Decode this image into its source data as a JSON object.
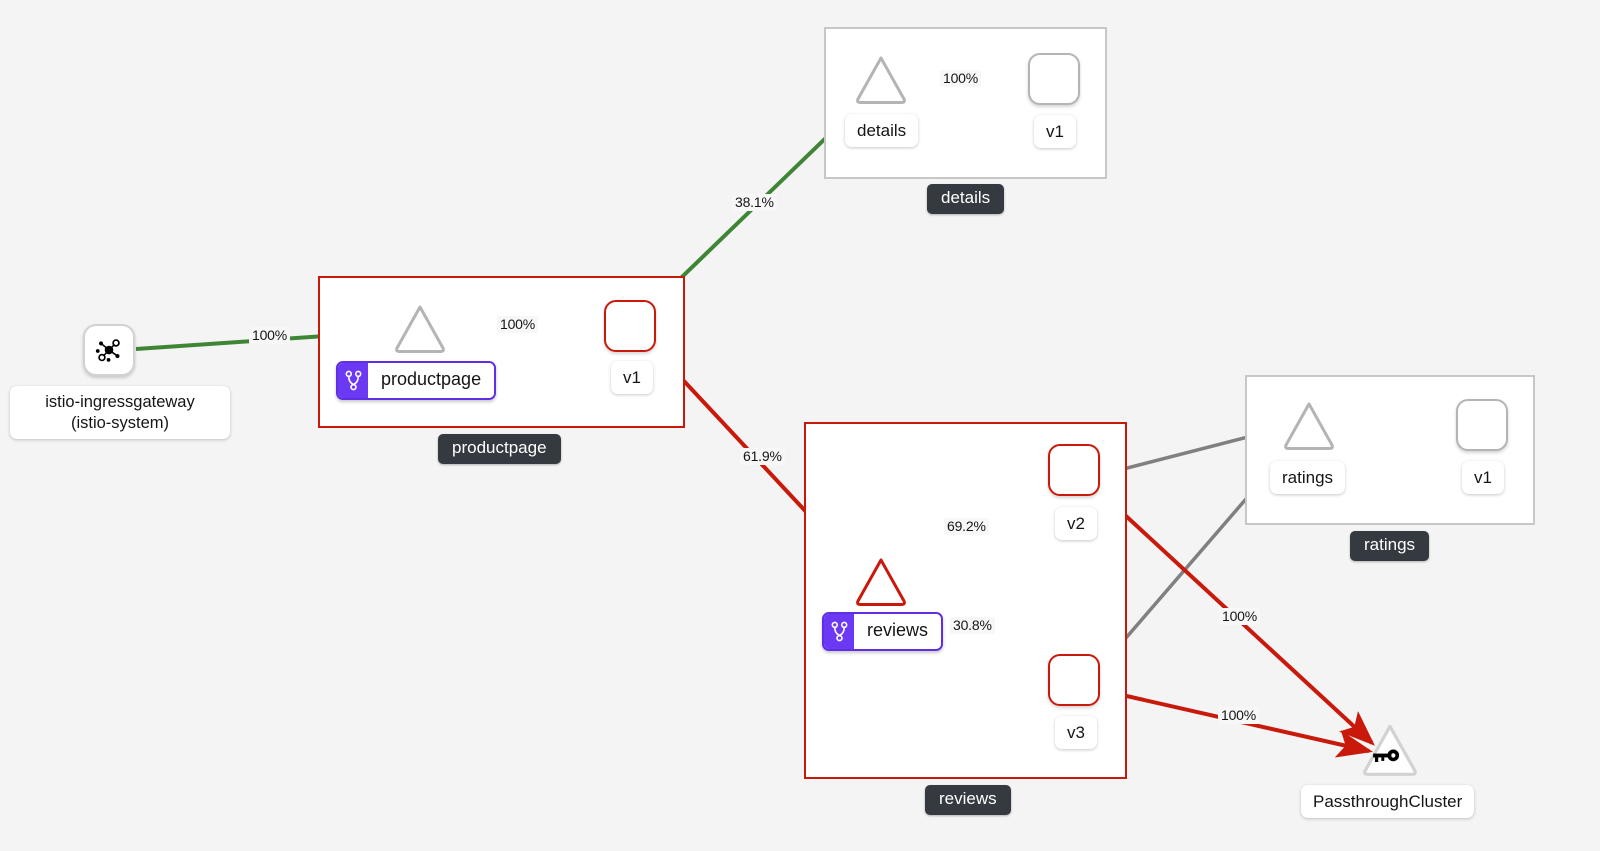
{
  "graph": {
    "background_color": "#f4f4f4",
    "colors": {
      "healthy": "#3e8635",
      "error": "#c9190b",
      "idle": "#808080",
      "group_label_bg": "#343a40",
      "badge_purple": "#6b39f4"
    }
  },
  "nodes": {
    "ingressgateway": {
      "caption_line1": "istio-ingressgateway",
      "caption_line2": "(istio-system)",
      "icon": "topology-icon"
    },
    "passthrough": {
      "caption": "PassthroughCluster",
      "icon": "key-icon"
    }
  },
  "groups": [
    {
      "id": "details",
      "label": "details",
      "status": "healthy",
      "service": {
        "name": "details",
        "shape": "triangle",
        "status": "idle"
      },
      "versions": [
        {
          "name": "v1",
          "shape": "rounded-square",
          "status": "idle"
        }
      ],
      "internal_edge_label": "100%",
      "badge": null
    },
    {
      "id": "productpage",
      "label": "productpage",
      "status": "error",
      "service": {
        "name": "productpage",
        "shape": "triangle",
        "status": "idle"
      },
      "versions": [
        {
          "name": "v1",
          "shape": "rounded-square",
          "status": "error"
        }
      ],
      "internal_edge_label": "100%",
      "badge": {
        "label": "productpage",
        "icon": "route-icon"
      }
    },
    {
      "id": "reviews",
      "label": "reviews",
      "status": "error",
      "service": {
        "name": "reviews",
        "shape": "triangle",
        "status": "error"
      },
      "versions": [
        {
          "name": "v2",
          "shape": "rounded-square",
          "status": "error"
        },
        {
          "name": "v3",
          "shape": "rounded-square",
          "status": "error"
        }
      ],
      "badge": {
        "label": "reviews",
        "icon": "route-icon"
      }
    },
    {
      "id": "ratings",
      "label": "ratings",
      "status": "idle",
      "service": {
        "name": "ratings",
        "shape": "triangle",
        "status": "idle"
      },
      "versions": [
        {
          "name": "v1",
          "shape": "rounded-square",
          "status": "idle"
        }
      ],
      "internal_edge_label": "",
      "badge": null
    }
  ],
  "edges": [
    {
      "id": "gw-productpage",
      "from": "istio-ingressgateway",
      "to": "productpage service",
      "label": "100%",
      "status": "healthy"
    },
    {
      "id": "productpage-v1",
      "from": "productpage service",
      "to": "productpage v1",
      "label": "100%",
      "status": "healthy"
    },
    {
      "id": "productpage-details",
      "from": "productpage v1",
      "to": "details service",
      "label": "38.1%",
      "status": "healthy"
    },
    {
      "id": "details-v1",
      "from": "details service",
      "to": "details v1",
      "label": "100%",
      "status": "healthy"
    },
    {
      "id": "productpage-reviews",
      "from": "productpage v1",
      "to": "reviews service",
      "label": "61.9%",
      "status": "error"
    },
    {
      "id": "reviews-v2",
      "from": "reviews service",
      "to": "reviews v2",
      "label": "69.2%",
      "status": "error"
    },
    {
      "id": "reviews-v3",
      "from": "reviews service",
      "to": "reviews v3",
      "label": "30.8%",
      "status": "error"
    },
    {
      "id": "v2-ratings",
      "from": "reviews v2",
      "to": "ratings service",
      "label": "",
      "status": "idle"
    },
    {
      "id": "v3-ratings",
      "from": "reviews v3",
      "to": "ratings service",
      "label": "",
      "status": "idle"
    },
    {
      "id": "ratings-v1",
      "from": "ratings service",
      "to": "ratings v1",
      "label": "",
      "status": "idle"
    },
    {
      "id": "v2-passthrough",
      "from": "reviews v2",
      "to": "PassthroughCluster",
      "label": "100%",
      "status": "error"
    },
    {
      "id": "v3-passthrough",
      "from": "reviews v3",
      "to": "PassthroughCluster",
      "label": "100%",
      "status": "error"
    }
  ],
  "edge_labels": {
    "gw_to_productpage": "100%",
    "productpage_internal": "100%",
    "to_details": "38.1%",
    "details_internal": "100%",
    "to_reviews": "61.9%",
    "reviews_v2": "69.2%",
    "reviews_v3": "30.8%",
    "v2_passthrough": "100%",
    "v3_passthrough": "100%"
  },
  "captions": {
    "details_service": "details",
    "details_v1": "v1",
    "productpage_v1": "v1",
    "reviews_v2": "v2",
    "reviews_v3": "v3",
    "ratings_service": "ratings",
    "ratings_v1": "v1"
  },
  "group_labels": {
    "details": "details",
    "productpage": "productpage",
    "reviews": "reviews",
    "ratings": "ratings"
  },
  "badges": {
    "productpage": "productpage",
    "reviews": "reviews"
  }
}
